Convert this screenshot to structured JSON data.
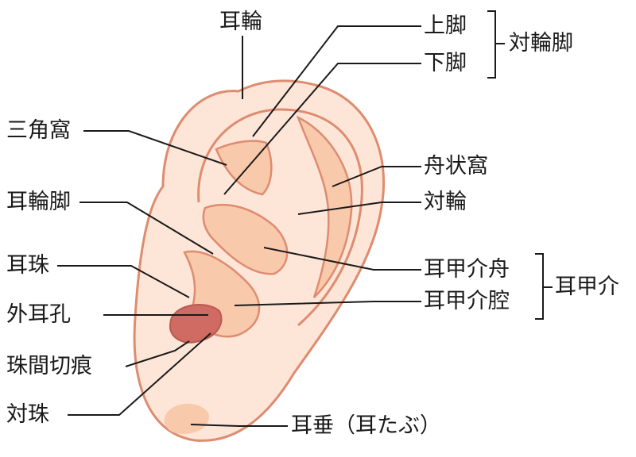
{
  "labels": {
    "helix": "耳輪",
    "crus_superior": "上脚",
    "crus_inferior": "下脚",
    "antihelix_crura": "対輪脚",
    "triangular_fossa": "三角窩",
    "scaphoid_fossa": "舟状窩",
    "crus_of_helix": "耳輪脚",
    "antihelix": "対輪",
    "tragus": "耳珠",
    "cymba_conchae": "耳甲介舟",
    "concha": "耳甲介",
    "cavum_conchae": "耳甲介腔",
    "external_auditory_meatus": "外耳孔",
    "intertragic_notch": "珠間切痕",
    "antitragus": "対珠",
    "earlobe": "耳垂（耳たぶ）"
  },
  "colors": {
    "skin_light": "#fde6d8",
    "skin_mid": "#f9c9ac",
    "outline": "#de8c70",
    "canal": "#cf6b62",
    "leader": "#1a1a1a"
  }
}
